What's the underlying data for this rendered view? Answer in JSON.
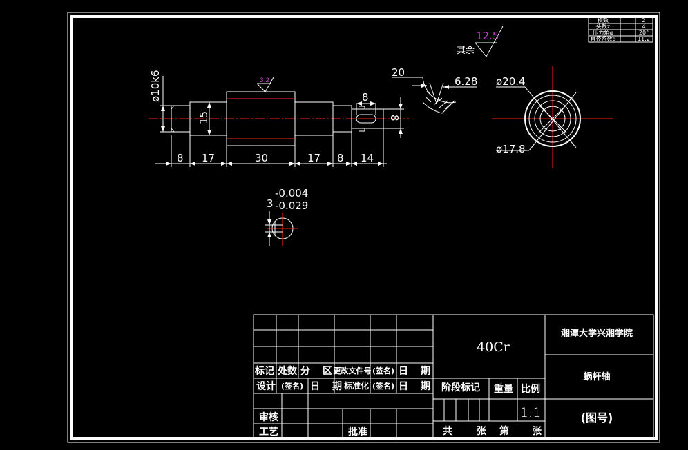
{
  "param_table": {
    "rows": [
      {
        "label": "模数",
        "value": "2"
      },
      {
        "label": "头数z",
        "value": "4"
      },
      {
        "label": "压力角α",
        "value": "20°"
      },
      {
        "label": "直径系数q",
        "value": "11.2"
      }
    ]
  },
  "roughness": {
    "general": "12.5",
    "general_prefix": "其余",
    "shaft": "3.2"
  },
  "dimensions": {
    "phi_end": "ø10k6",
    "d15": "15",
    "d8": "8",
    "l8a": "8",
    "l17a": "17",
    "l30": "30",
    "l17b": "17",
    "l8b": "8",
    "l14": "14",
    "key_len": "8",
    "angle": "20",
    "pitch": "6.28",
    "phi_outer": "ø20.4",
    "phi_root": "ø17.8",
    "key_w": "3",
    "key_tol_upper": "-0.004",
    "key_tol_lower": "-0.029"
  },
  "title_block": {
    "material": "40Cr",
    "school": "湘潭大学兴湘学院",
    "part_name": "蜗杆轴",
    "drawing_no": "(图号)",
    "scale": "1:1",
    "row_a": [
      "标记",
      "处数",
      "分",
      "区",
      "更改文件号",
      "(签名)",
      "日",
      "期"
    ],
    "row_b": [
      "设计",
      "(签名)",
      "日",
      "期",
      "标准化",
      "(签名)",
      "日",
      "期"
    ],
    "review": "审核",
    "process": "工艺",
    "approve": "批准",
    "stage_mark": "阶段标记",
    "weight": "重量",
    "ratio": "比例",
    "sheets_total": "共",
    "sheets_word": "张",
    "sheet_no": "第",
    "sheet_word2": "张"
  }
}
